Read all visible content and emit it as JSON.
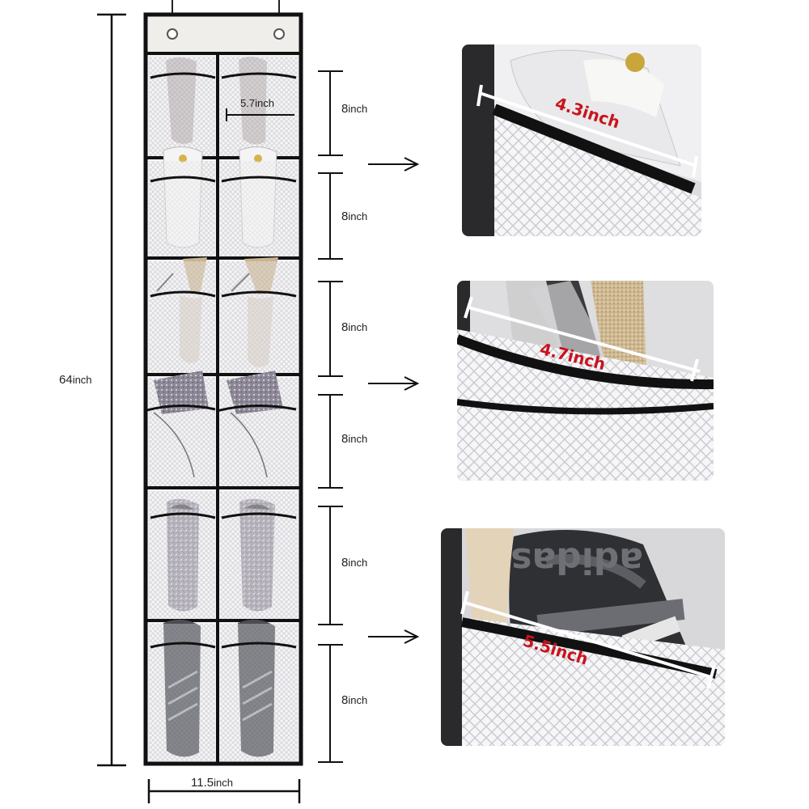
{
  "dimensions": {
    "height": {
      "value": "64",
      "unit": "inch"
    },
    "width": {
      "value": "11.5",
      "unit": "inch"
    },
    "pocket_width": {
      "value": "5.7",
      "unit": "inch"
    },
    "row_heights": [
      {
        "value": "8",
        "unit": "inch"
      },
      {
        "value": "8",
        "unit": "inch"
      },
      {
        "value": "8",
        "unit": "inch"
      },
      {
        "value": "8",
        "unit": "inch"
      },
      {
        "value": "8",
        "unit": "inch"
      },
      {
        "value": "8",
        "unit": "inch"
      }
    ]
  },
  "details": [
    {
      "label": "4.3inch",
      "shoe": "sneaker"
    },
    {
      "label": "4.7inch",
      "shoe": "glitter heel"
    },
    {
      "label": "5.5inch",
      "shoe": "athletic shoe"
    }
  ],
  "logo_text": "adidas",
  "colors": {
    "trim": "#111111",
    "mesh": "#f2f2f4",
    "label": "#c8141e",
    "measure": "#ffffff"
  }
}
